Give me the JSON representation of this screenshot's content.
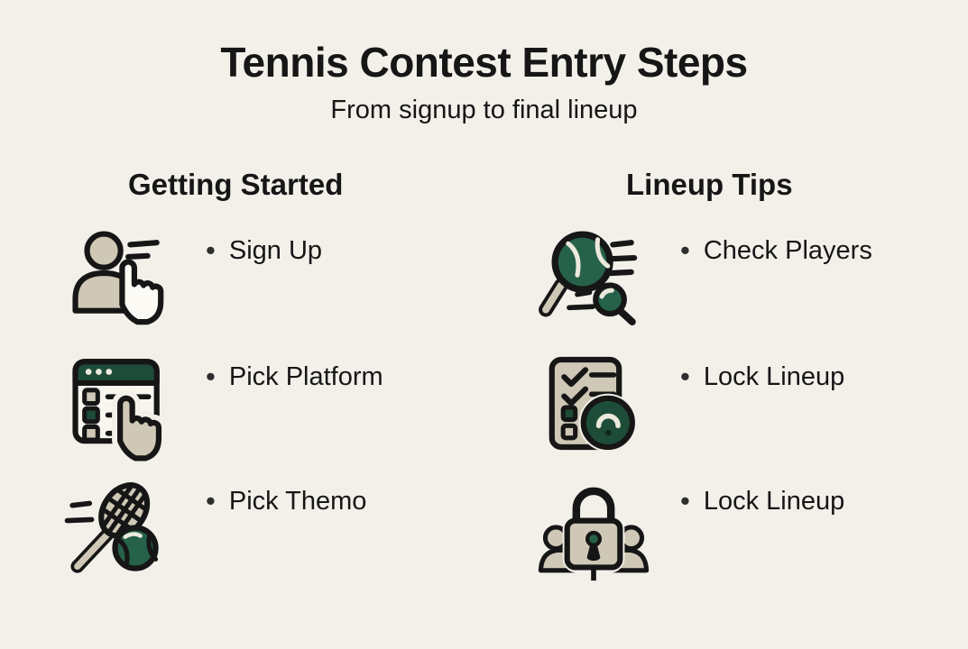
{
  "title": "Tennis Contest Entry Steps",
  "subtitle": "From signup to final lineup",
  "bullet": "•",
  "colors": {
    "background": "#f2f0e9",
    "ink": "#161616",
    "green": "#1d4c38",
    "ball-green": "#266149",
    "tan": "#cfc8b6",
    "paper": "#f7f5ee",
    "cream": "#ece8dc",
    "white": "#fbfaf5",
    "deep": "#0e2a1f"
  },
  "columns": [
    {
      "header": "Getting Started",
      "items": [
        {
          "label": "Sign Up",
          "icon": "signup-person-icon"
        },
        {
          "label": "Pick Platform",
          "icon": "platform-window-icon"
        },
        {
          "label": "Pick Themo",
          "icon": "tennis-racket-ball-icon"
        }
      ]
    },
    {
      "header": "Lineup Tips",
      "items": [
        {
          "label": "Check Players",
          "icon": "magnifier-tennis-ball-icon"
        },
        {
          "label": "Lock Lineup",
          "icon": "checklist-lock-badge-icon"
        },
        {
          "label": "Lock Lineup",
          "icon": "padlock-people-icon"
        }
      ]
    }
  ]
}
